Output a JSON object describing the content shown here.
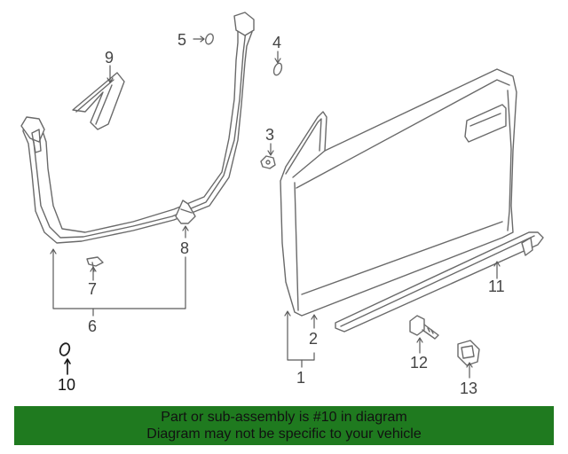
{
  "callouts": {
    "c1": "1",
    "c2": "2",
    "c3": "3",
    "c4": "4",
    "c5": "5",
    "c6": "6",
    "c7": "7",
    "c8": "8",
    "c9": "9",
    "c10": "10",
    "c11": "11",
    "c12": "12",
    "c13": "13"
  },
  "banner": {
    "line1": "Part or sub-assembly is #10 in diagram",
    "line2": "Diagram may not be specific to your vehicle",
    "color": "#1f7a1f"
  },
  "highlighted_part": "10"
}
